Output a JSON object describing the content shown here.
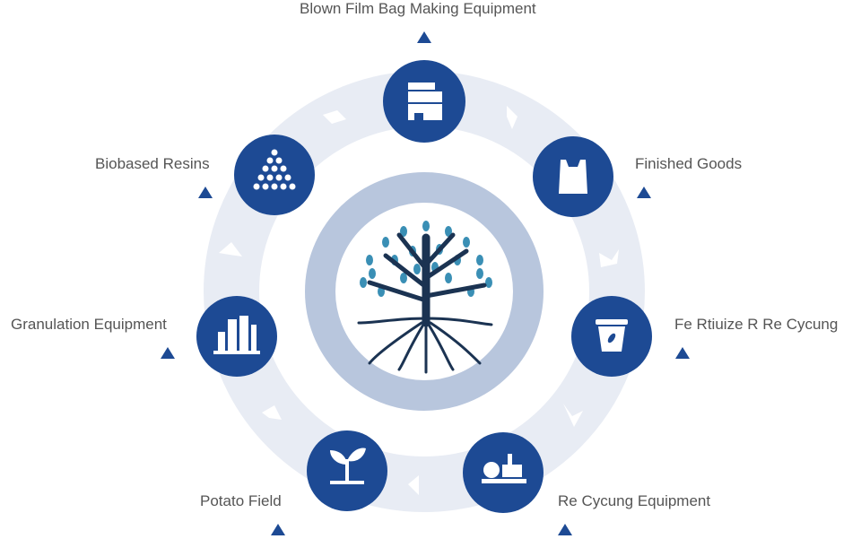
{
  "colors": {
    "node": "#1d4a94",
    "band": "#e8ecf4",
    "inner_ring": "#b8c6dd",
    "trunk": "#1b3352",
    "leaf": "#3a8fb5"
  },
  "nodes": [
    {
      "label": "Blown Film Bag Making Equipment",
      "icon": "factory-building-icon"
    },
    {
      "label": "Finished Goods",
      "icon": "shopping-bag-icon"
    },
    {
      "label": "Fe Rtiuize R Re Cycung",
      "icon": "compost-bin-icon"
    },
    {
      "label": "Re Cycung Equipment",
      "icon": "recycling-plant-icon"
    },
    {
      "label": "Potato Field",
      "icon": "sprout-icon"
    },
    {
      "label": "Granulation Equipment",
      "icon": "industrial-silos-icon"
    },
    {
      "label": "Biobased Resins",
      "icon": "pellets-pyramid-icon"
    }
  ],
  "center": {
    "icon": "tree-with-roots-icon"
  }
}
